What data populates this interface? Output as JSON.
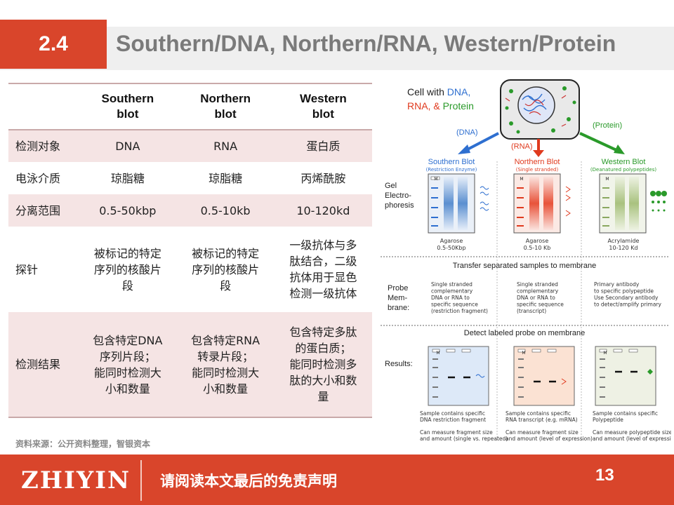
{
  "header": {
    "section": "2.4",
    "title": "Southern/DNA, Northern/RNA, Western/Protein"
  },
  "table": {
    "columns": [
      "",
      "Southern\nblot",
      "Northern\nblot",
      "Western\nblot"
    ],
    "rows": [
      {
        "label": "检测对象",
        "cells": [
          "DNA",
          "RNA",
          "蛋白质"
        ]
      },
      {
        "label": "电泳介质",
        "cells": [
          "琼脂糖",
          "琼脂糖",
          "丙烯酰胺"
        ]
      },
      {
        "label": "分离范围",
        "cells": [
          "0.5-50kbp",
          "0.5-10kb",
          "10-120kd"
        ]
      },
      {
        "label": "探针",
        "cells": [
          "被标记的特定\n序列的核酸片\n段",
          "被标记的特定\n序列的核酸片\n段",
          "一级抗体与多\n肽结合，二级\n抗体用于显色\n检测一级抗体"
        ]
      },
      {
        "label": "检测结果",
        "cells": [
          "包含特定DNA\n序列片段；\n能同时检测大\n小和数量",
          "包含特定RNA\n转录片段；\n能同时检测大\n小和数量",
          "包含特定多肽\n的蛋白质；\n能同时检测多\n肽的大小和数\n量"
        ]
      }
    ]
  },
  "source": "资料来源：公开资料整理，智银资本",
  "figure": {
    "cell_label_1": "Cell with ",
    "cell_label_dna": "DNA,",
    "cell_label_rna": "RNA, & ",
    "cell_label_protein": "Protein",
    "arrow_dna": "(DNA)",
    "arrow_rna": "(RNA)",
    "arrow_protein": "(Protein)",
    "southern_title": "Southern Blot",
    "southern_sub": "(Restriction Enzyme)",
    "northern_title": "Northern Blot",
    "northern_sub": "(Single stranded)",
    "western_title": "Western Blot",
    "western_sub": "(Deanatured polypeptides)",
    "gel_label": "Gel\nElectro-\nphoresis",
    "gel_s_caption": "Agarose\n0.5-50Kbp",
    "gel_n_caption": "Agarose\n0.5-10 Kb",
    "gel_w_caption": "Acrylamide\n10-120 Kd",
    "transfer": "Transfer separated samples to membrane",
    "probe_label": "Probe\nMem-\nbrane:",
    "probe_s": "Single stranded\ncomplementary\nDNA or RNA to\nspecific sequence\n(restriction fragment)",
    "probe_n": "Single stranded\ncomplementary\nDNA or RNA to\nspecific sequence\n(transcript)",
    "probe_w": "Primary antibody\nto specific polypeptide\nUse Secondary antibody\nto detect/amplify primary",
    "detect": "Detect labeled probe on membrane",
    "results_label": "Results:",
    "result_s": "Sample contains specific\nDNA restriction fragment\n\nCan measure fragment size\nand amount (single vs. repeated)",
    "result_n": "Sample contains specific\nRNA transcript (e.g. mRNA)\n\nCan measure fragment size\nand amount (level of expression)",
    "result_w": "Sample contains specific\nPolypeptide\n\nCan measure polypeptide size\nand amount (level of expression)",
    "lane_marker": "M",
    "colors": {
      "dna": "#2e6fd0",
      "rna": "#e03a1e",
      "protein": "#2a9a2a"
    }
  },
  "footer": {
    "logo": "ZHIYIN",
    "disclaimer": "请阅读本文最后的免责声明",
    "page": "13"
  }
}
